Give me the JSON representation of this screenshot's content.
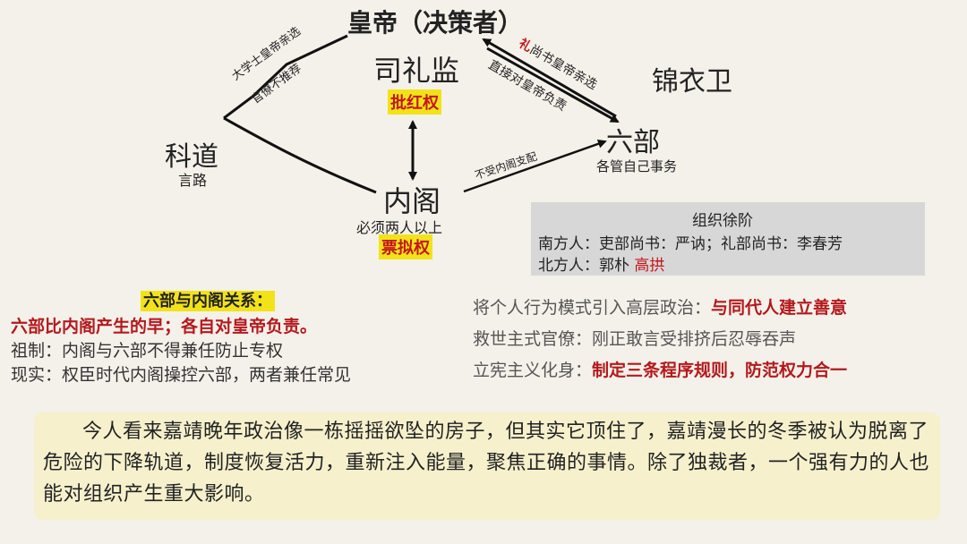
{
  "diagram": {
    "emperor": "皇帝（决策者）",
    "silijian": {
      "title": "司礼监",
      "power": "批红权"
    },
    "jinyiwei": "锦衣卫",
    "kedao": {
      "title": "科道",
      "sub": "言路"
    },
    "neige": {
      "title": "内阁",
      "sub": "必须两人以上",
      "power": "票拟权"
    },
    "liubu": {
      "title": "六部",
      "sub": "各管自己事务"
    },
    "edge_left_1": "大学士皇帝亲选",
    "edge_left_2": "官僚不推荐",
    "edge_right_1_prefix": "礼",
    "edge_right_1_rest": "尚书皇帝亲选",
    "edge_right_2": "直接对皇帝负责",
    "edge_mid": "不受内阁支配"
  },
  "ranks": {
    "title": "组织徐阶",
    "south_label": "南方人：吏部尚书：严讷；礼部尚书：李春芳",
    "north_label": "北方人：郭朴",
    "north_highlight": "高拱"
  },
  "left_notes": {
    "heading": "六部与内阁关系：",
    "line1": "六部比内阁产生的早；各自对皇帝负责。",
    "line2": "祖制：内阁与六部不得兼任防止专权",
    "line3": "现实：权臣时代内阁操控六部，两者兼任常见"
  },
  "right_notes": {
    "line1_label": "将个人行为模式引入高层政治：",
    "line1_value": "与同代人建立善意",
    "line2": "救世主式官僚：刚正敢言受排挤后忍辱吞声",
    "line3_label": "立宪主义化身：",
    "line3_value": "制定三条程序规则，防范权力合一"
  },
  "summary": "今人看来嘉靖晚年政治像一栋摇摇欲坠的房子，但其实它顶住了，嘉靖漫长的冬季被认为脱离了危险的下降轨道，制度恢复活力，重新注入能量，聚焦正确的事情。除了独裁者，一个强有力的人也能对组织产生重大影响。",
  "colors": {
    "red": "#c4171b",
    "highlight": "#f2e318",
    "gray_box": "#d7d7d7",
    "cream_box": "#f6f0cc"
  }
}
